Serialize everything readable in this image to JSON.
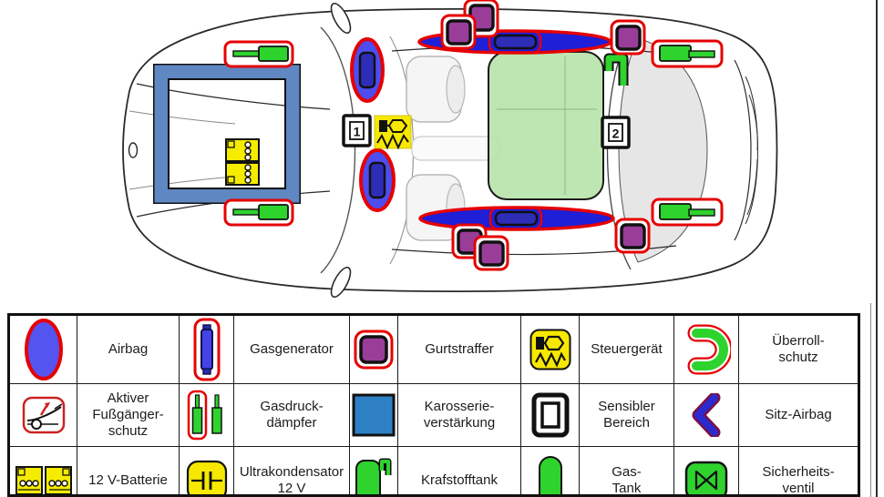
{
  "document": {
    "type": "vehicle-rescue-diagram-page"
  },
  "diagram": {
    "markers": {
      "m1": "1",
      "m2": "2"
    },
    "components_shown": [
      "airbag",
      "gasgenerator",
      "gurtstraffer",
      "steuergeraet",
      "karosserieverstaerkung",
      "gasdruckdaempfer",
      "12v-batterie",
      "kraftstofftank"
    ]
  },
  "legend": {
    "rows": [
      {
        "cells": [
          {
            "icon": "airbag-icon",
            "label": "Airbag"
          },
          {
            "icon": "gasgenerator-icon",
            "label": "Gasgenerator"
          },
          {
            "icon": "gurtstraffer-icon",
            "label": "Gurtstraffer"
          },
          {
            "icon": "steuergeraet-icon",
            "label": "Steuergerät"
          },
          {
            "icon": "ueberrollschutz-icon",
            "label": "Überroll-\nschutz"
          }
        ]
      },
      {
        "cells": [
          {
            "icon": "fussgaengerschutz-icon",
            "label": "Aktiver\nFußgänger-\nschutz"
          },
          {
            "icon": "gasdruckdaempfer-icon",
            "label": "Gasdruck-\ndämpfer"
          },
          {
            "icon": "karosserieverstaerkung-icon",
            "label": "Karosserie-\nverstärkung"
          },
          {
            "icon": "sensibler-bereich-icon",
            "label": "Sensibler\nBereich"
          },
          {
            "icon": "sitz-airbag-icon",
            "label": "Sitz-Airbag"
          }
        ]
      },
      {
        "cells": [
          {
            "icon": "batterie-12v-icon",
            "label": "12 V-Batterie"
          },
          {
            "icon": "ultrakondensator-icon",
            "label": "Ultrakondensator\n12 V"
          },
          {
            "icon": "kraftstofftank-icon",
            "label": "Krafstofftank"
          },
          {
            "icon": "gas-tank-icon",
            "label": "Gas-\nTank"
          },
          {
            "icon": "sicherheitsventil-icon",
            "label": "Sicherheits-\nventil"
          }
        ]
      }
    ]
  },
  "colors": {
    "highlight_red": "#e60000",
    "airbag_blue": "#4d4df0",
    "curtain_blue": "#1f1fd8",
    "generator_blue": "#2d2db8",
    "pretensioner_purple": "#993d99",
    "device_yellow": "#f6e800",
    "component_green": "#2ed32e",
    "tank_green_light": "#b5e3a8",
    "frame_blue": "#5f87c2",
    "reinforcement_blue": "#2e80c4",
    "seat_airbag_outline": "#7a1045"
  }
}
